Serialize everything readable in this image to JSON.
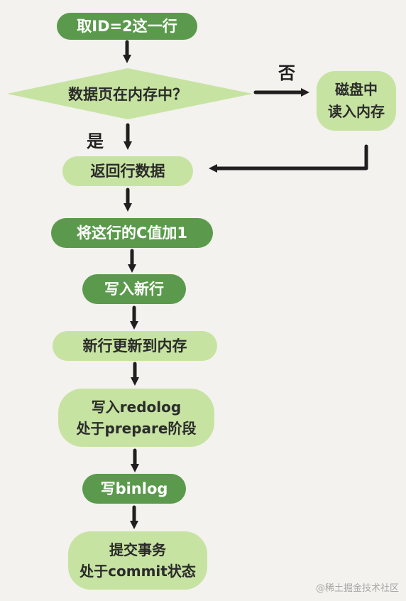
{
  "colors": {
    "dark": "#5b9a4c",
    "light": "#c7e3a2",
    "ink": "#1f1f1f",
    "text_dark": "#2b2b2b",
    "text_light": "#ffffff",
    "watermark": "#a7a7a7"
  },
  "nodes": {
    "take_row": "取ID=2这一行",
    "decision": "数据页在内存中？",
    "disk_line1": "磁盘中",
    "disk_line2": "读入内存",
    "return_row": "返回行数据",
    "add_one": "将这行的C值加1",
    "write_new": "写入新行",
    "update_mem": "新行更新到内存",
    "redo_line1": "写入redolog",
    "redo_line2": "处于prepare阶段",
    "binlog": "写binlog",
    "commit_line1": "提交事务",
    "commit_line2": "处于commit状态"
  },
  "labels": {
    "no": "否",
    "yes": "是"
  },
  "watermark": "@稀土掘金技术社区"
}
